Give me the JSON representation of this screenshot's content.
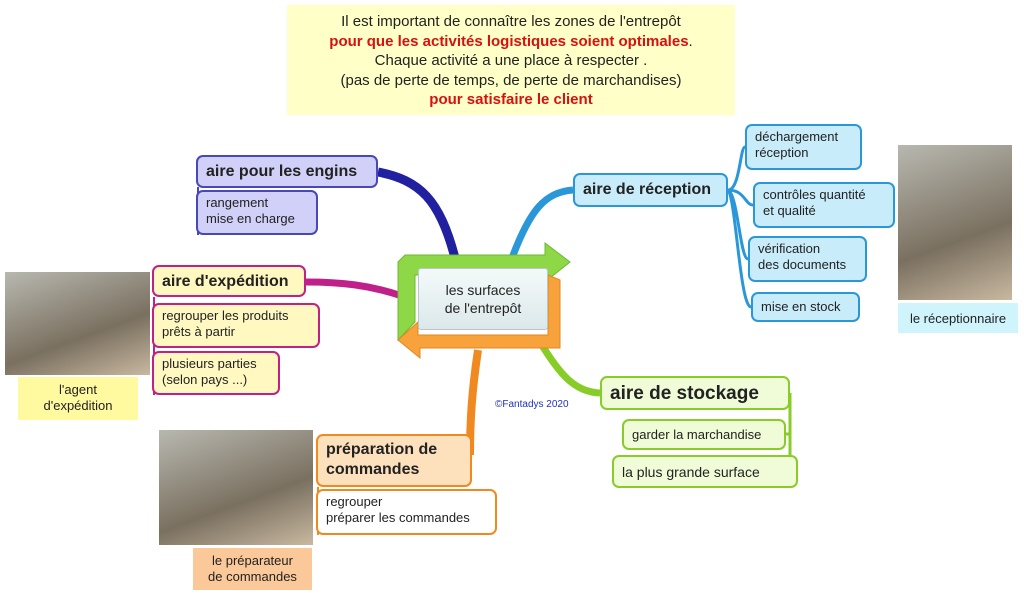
{
  "intro": {
    "line1": "Il est important de connaître les zones de l'entrepôt",
    "line2": "pour que les activités logistiques soient optimales",
    "line2_end": ".",
    "line3": "Chaque activité a une place à respecter .",
    "line4": "(pas de perte de temps, de perte de marchandises)",
    "line5": "pour satisfaire le client"
  },
  "center": {
    "line1": "les surfaces",
    "line2": "de l'entrepôt"
  },
  "engins": {
    "title": "aire pour les engins",
    "sub1": "rangement",
    "sub2": "mise en charge"
  },
  "expedition": {
    "title": "aire d'expédition",
    "sub1a": "regrouper les produits",
    "sub1b": "prêts à partir",
    "sub2a": "plusieurs parties",
    "sub2b": "(selon pays ...)",
    "photo_label1": "l'agent",
    "photo_label2": "d'expédition"
  },
  "preparation": {
    "title1": "préparation de",
    "title2": "commandes",
    "sub1": "regrouper",
    "sub2": "préparer les commandes",
    "photo_label1": "le préparateur",
    "photo_label2": "de commandes"
  },
  "reception": {
    "title": "aire de réception",
    "items": [
      [
        "déchargement",
        "réception"
      ],
      [
        "contrôles quantité",
        "et qualité"
      ],
      [
        "vérification",
        "des documents"
      ],
      [
        "mise en stock"
      ]
    ],
    "photo_label": "le réceptionnaire"
  },
  "stockage": {
    "title": "aire de stockage",
    "sub1": "garder la marchandise",
    "sub2": "la plus grande surface"
  },
  "copyright": "©Fantadys 2020",
  "colors": {
    "engins": "#2020a0",
    "expedition": "#c0208a",
    "preparation": "#f08a20",
    "reception": "#2a98d8",
    "stockage": "#88cc28"
  }
}
